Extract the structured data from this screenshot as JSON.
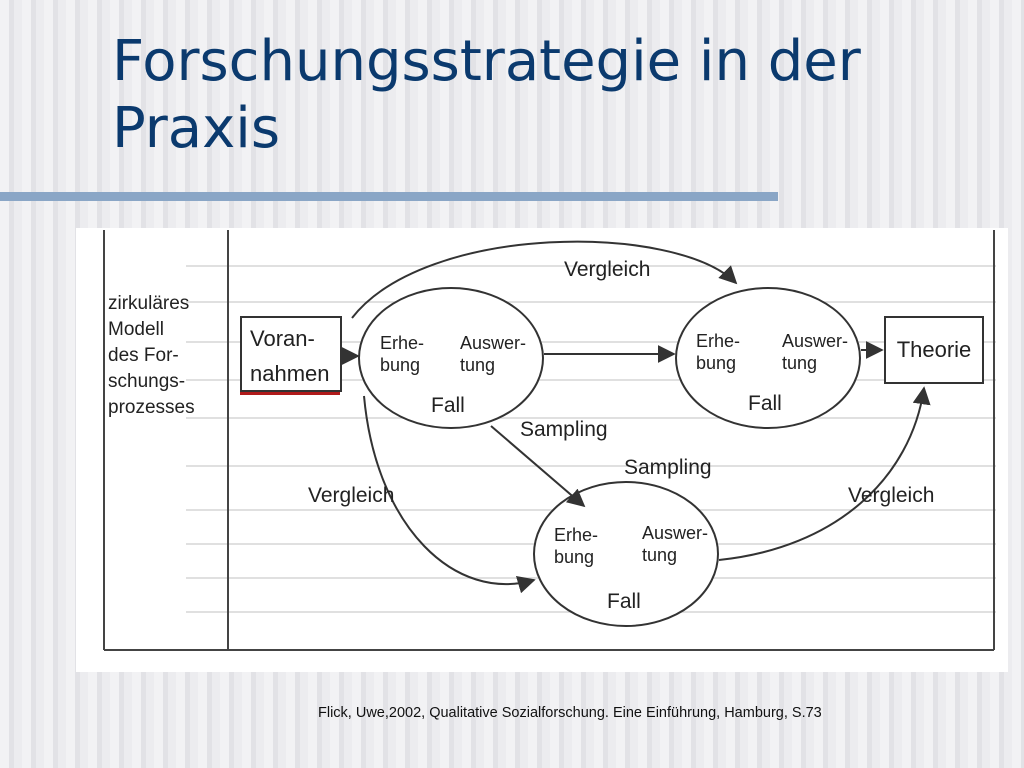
{
  "slide": {
    "title_line1": "Forschungsstrategie in der",
    "title_line2": "Praxis"
  },
  "figure": {
    "side_label": [
      "zirkuläres",
      "Modell",
      "des For-",
      "schungs-",
      "prozesses"
    ],
    "vorannahmen": [
      "Voran-",
      "nahmen"
    ],
    "theorie": "Theorie",
    "comparisons": [
      "Vergleich",
      "Vergleich",
      "Vergleich"
    ],
    "sampling": [
      "Sampling",
      "Sampling"
    ],
    "cases": [
      {
        "erhebung": [
          "Erhe-",
          "bung"
        ],
        "auswertung": [
          "Auswer-",
          "tung"
        ],
        "fall": "Fall"
      },
      {
        "erhebung": [
          "Erhe-",
          "bung"
        ],
        "auswertung": [
          "Auswer-",
          "tung"
        ],
        "fall": "Fall"
      },
      {
        "erhebung": [
          "Erhe-",
          "bung"
        ],
        "auswertung": [
          "Auswer-",
          "tung"
        ],
        "fall": "Fall"
      }
    ]
  },
  "citation": "Flick, Uwe,2002, Qualitative Sozialforschung. Eine Einführung, Hamburg, S.73",
  "colors": {
    "title": "#0b3a6e",
    "title_rule": "#8aa6c6",
    "accent_underline": "#b01a1a"
  }
}
